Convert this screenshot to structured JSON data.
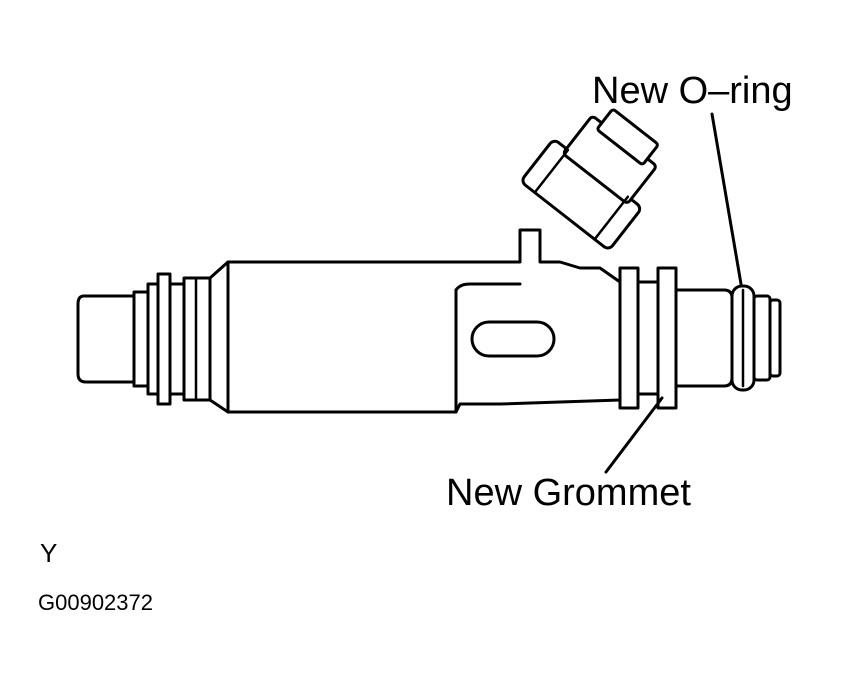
{
  "labels": {
    "oring": "New O–ring",
    "grommet": "New Grommet",
    "view_letter": "Y",
    "figure_id": "G00902372"
  },
  "colors": {
    "ink": "#000000",
    "paper": "#ffffff"
  }
}
